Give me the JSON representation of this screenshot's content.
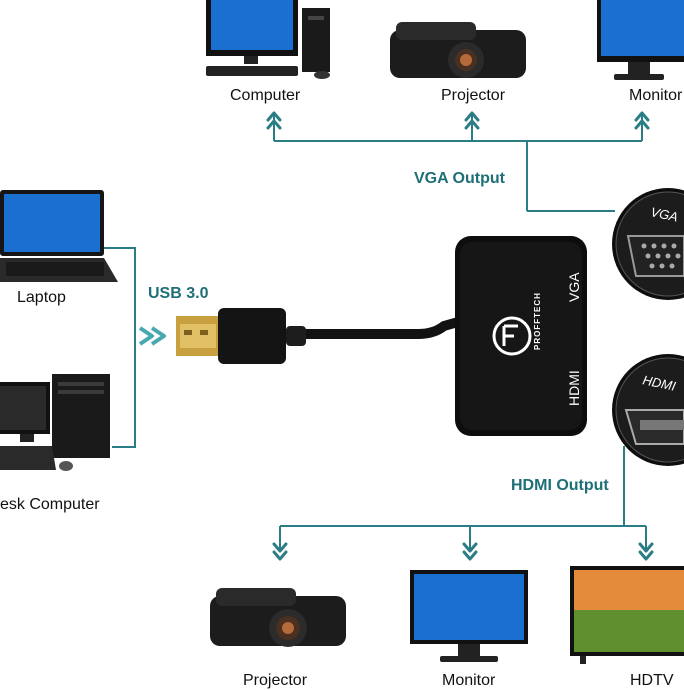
{
  "top": {
    "devices": [
      "Computer",
      "Projector",
      "Monitor"
    ],
    "output_label": "VGA Output"
  },
  "left": {
    "devices": [
      "Laptop",
      "esk Computer"
    ],
    "input_label": "USB 3.0"
  },
  "adapter": {
    "brand": "PROFFTECH",
    "port_top": "VGA",
    "port_bottom": "HDMI"
  },
  "callouts": {
    "vga": "VGA",
    "hdmi": "HDMI"
  },
  "bottom": {
    "devices": [
      "Projector",
      "Monitor",
      "HDTV"
    ],
    "output_label": "HDMI Output"
  },
  "colors": {
    "accent": "#1f6f77",
    "line": "#2a7d84",
    "device": "#111111",
    "screen": "#1b6fd1"
  }
}
